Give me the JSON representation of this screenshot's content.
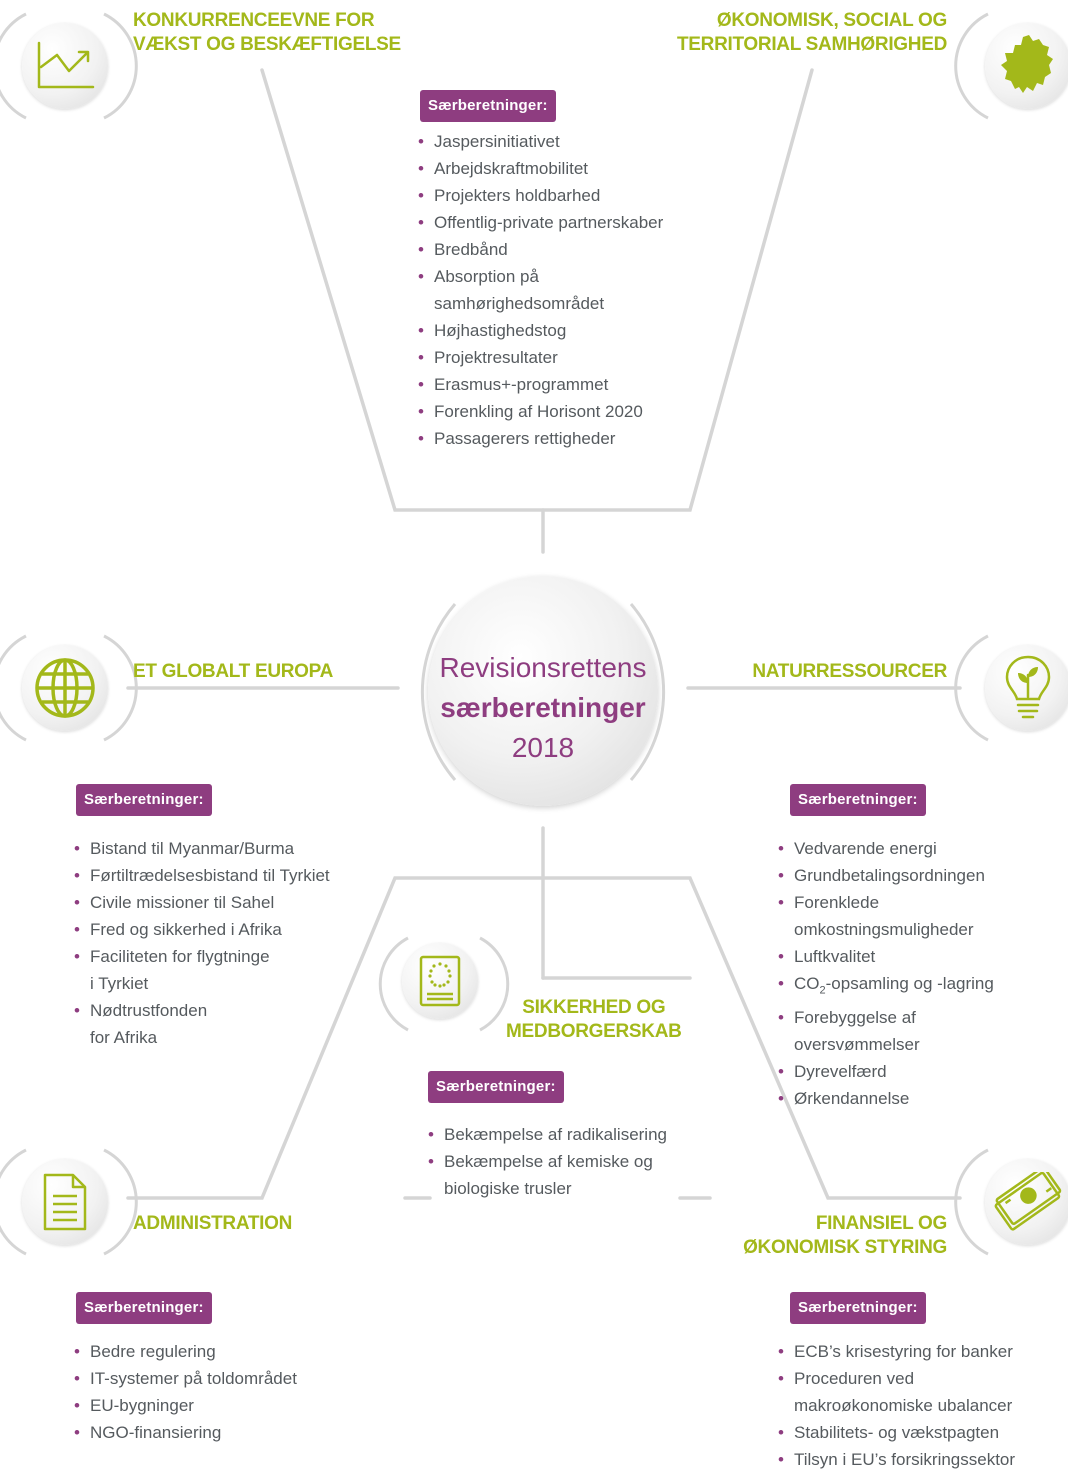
{
  "center": {
    "line1": "Revisionsrettens",
    "line2": "særberetninger",
    "line3": "2018"
  },
  "badge_label": "Særberetninger:",
  "colors": {
    "green": "#a3b81a",
    "purple": "#8e3d80",
    "text": "#555a5e",
    "line": "#d5d5d5"
  },
  "sections": {
    "competitiveness": {
      "title_line1": "KONKURRENCEEVNE FOR",
      "title_line2": "VÆKST OG BESKÆFTIGELSE",
      "icon": "trend-chart-icon"
    },
    "cohesion": {
      "title_line1": "ØKONOMISK, SOCIAL OG",
      "title_line2": "TERRITORIAL SAMHØRIGHED",
      "icon": "europe-map-icon"
    },
    "top_reports": [
      "Jaspersinitiativet",
      "Arbejdskraftmobilitet",
      "Projekters holdbarhed",
      "Offentlig-private partnerskaber",
      "Bredbånd",
      "Absorption på",
      "samhørighedsområdet",
      "Højhastighedstog",
      "Projektresultater",
      "Erasmus+-programmet",
      "Forenkling af Horisont 2020",
      "Passagerers rettigheder"
    ],
    "global": {
      "title": "ET GLOBALT EUROPA",
      "icon": "globe-icon",
      "reports": [
        "Bistand til Myanmar/Burma",
        "Førtiltrædelsesbistand til Tyrkiet",
        "Civile missioner til Sahel",
        "Fred og sikkerhed i Afrika",
        "Faciliteten for flygtninge",
        "i Tyrkiet",
        "Nødtrustfonden",
        "for Afrika"
      ]
    },
    "natural": {
      "title": "NATURRESSOURCER",
      "icon": "lightbulb-plant-icon",
      "reports": [
        "Vedvarende energi",
        "Grundbetalingsordningen",
        "Forenklede",
        "omkostningsmuligheder",
        "Luftkvalitet",
        "CO",
        "2",
        "-opsamling og -lagring",
        "Forebyggelse af",
        "oversvømmelser",
        "Dyrevelfærd",
        "Ørkendannelse"
      ]
    },
    "security": {
      "title_line1": "SIKKERHED OG",
      "title_line2": "MEDBORGERSKAB",
      "icon": "passport-icon",
      "reports": [
        "Bekæmpelse af radikalisering",
        "Bekæmpelse af kemiske og",
        "biologiske trusler"
      ]
    },
    "administration": {
      "title": "ADMINISTRATION",
      "icon": "document-icon",
      "reports": [
        "Bedre regulering",
        "IT-systemer på toldområdet",
        "EU-bygninger",
        "NGO-finansiering"
      ]
    },
    "financial": {
      "title_line1": "FINANSIEL OG",
      "title_line2": "ØKONOMISK STYRING",
      "icon": "banknotes-icon",
      "reports": [
        "ECB’s krisestyring for banker",
        "Proceduren ved",
        "makroøkonomiske ubalancer",
        "Stabilitets- og vækstpagten",
        "Tilsyn i EU’s forsikringssektor"
      ]
    }
  }
}
